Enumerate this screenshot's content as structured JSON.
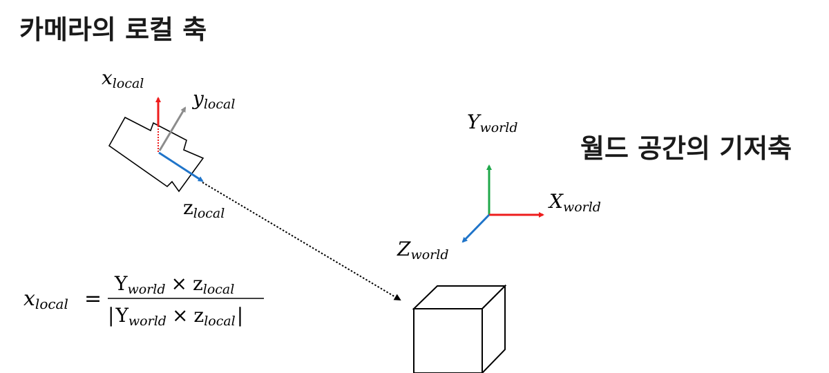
{
  "titles": {
    "camera_local_axes": "카메라의 로컬 축",
    "world_basis_axes": "월드 공간의 기저축"
  },
  "camera_axes": {
    "x_base": "x",
    "x_sub": "local",
    "y_base": "y",
    "y_sub": "local",
    "z_base": "z",
    "z_sub": "local"
  },
  "world_axes": {
    "x_base": "X",
    "x_sub": "world",
    "y_base": "Y",
    "y_sub": "world",
    "z_base": "Z",
    "z_sub": "world"
  },
  "formula": {
    "lhs_base": "x",
    "lhs_sub": "local",
    "equals": "=",
    "num_y": "Y",
    "num_y_sub": "world",
    "times": "×",
    "num_z": "z",
    "num_z_sub": "local",
    "bar": "|"
  },
  "colors": {
    "x_axis": "#ee1c1c",
    "y_world_axis": "#1fa84a",
    "y_local_axis": "#8c8c8c",
    "z_axis": "#1f74c9",
    "line": "#000000"
  }
}
